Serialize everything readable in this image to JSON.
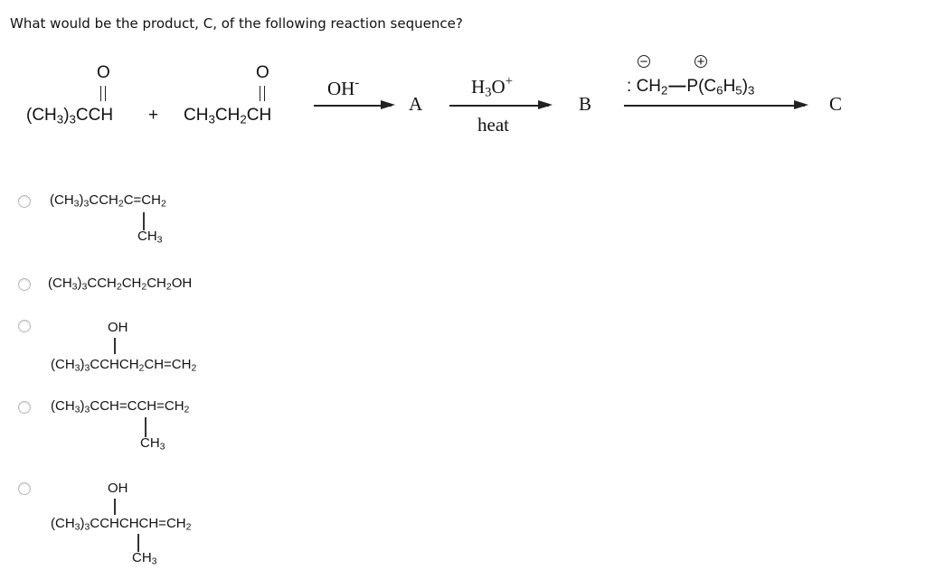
{
  "question": {
    "text": "What would be the product, C, of the following reaction sequence?"
  },
  "scheme": {
    "reactant1": {
      "prefix": "(CH",
      "sub1": "3",
      "mid": ")",
      "sub2": "3",
      "tail": "CCH",
      "oxygen": "O"
    },
    "plus": "+",
    "reactant2": {
      "p1": "CH",
      "s1": "3",
      "p2": "CH",
      "s2": "2",
      "p3": "CH",
      "oxygen": "O"
    },
    "step1": {
      "reagent": "OH",
      "reagent_sup": "-",
      "product": "A"
    },
    "step2": {
      "reagent_top_pre": "H",
      "reagent_top_sub": "3",
      "reagent_top_post": "O",
      "reagent_top_sup": "+",
      "reagent_bottom": "heat",
      "product": "B"
    },
    "step3": {
      "colon": ":",
      "p1": "CH",
      "s1": "2",
      "bond": "—",
      "p2": "P(C",
      "s2": "6",
      "p3": "H",
      "s3": "5",
      "p4": ")",
      "s4": "3",
      "neg_charge": "−",
      "pos_charge": "+",
      "product": "C"
    }
  },
  "options": [
    {
      "id": "opt1",
      "main": [
        "(CH",
        "3",
        ")",
        "3",
        "CCH",
        "2",
        "C=CH",
        "2"
      ],
      "below": [
        "CH",
        "3"
      ],
      "selected": false
    },
    {
      "id": "opt2",
      "main": [
        "(CH",
        "3",
        ")",
        "3",
        "CCH",
        "2",
        "CH",
        "2",
        "CH",
        "2",
        "OH"
      ],
      "selected": false
    },
    {
      "id": "opt3",
      "above": "OH",
      "main": [
        "(CH",
        "3",
        ")",
        "3",
        "CCHCH",
        "2",
        "CH=CH",
        "2"
      ],
      "selected": false
    },
    {
      "id": "opt4",
      "main": [
        "(CH",
        "3",
        ")",
        "3",
        "CCH=CCH=CH",
        "2"
      ],
      "below": [
        "CH",
        "3"
      ],
      "selected": false
    },
    {
      "id": "opt5",
      "above": "OH",
      "main": [
        "(CH",
        "3",
        ")",
        "3",
        "CCHCHCH=CH",
        "2"
      ],
      "below": [
        "CH",
        "3"
      ],
      "selected": false
    }
  ]
}
